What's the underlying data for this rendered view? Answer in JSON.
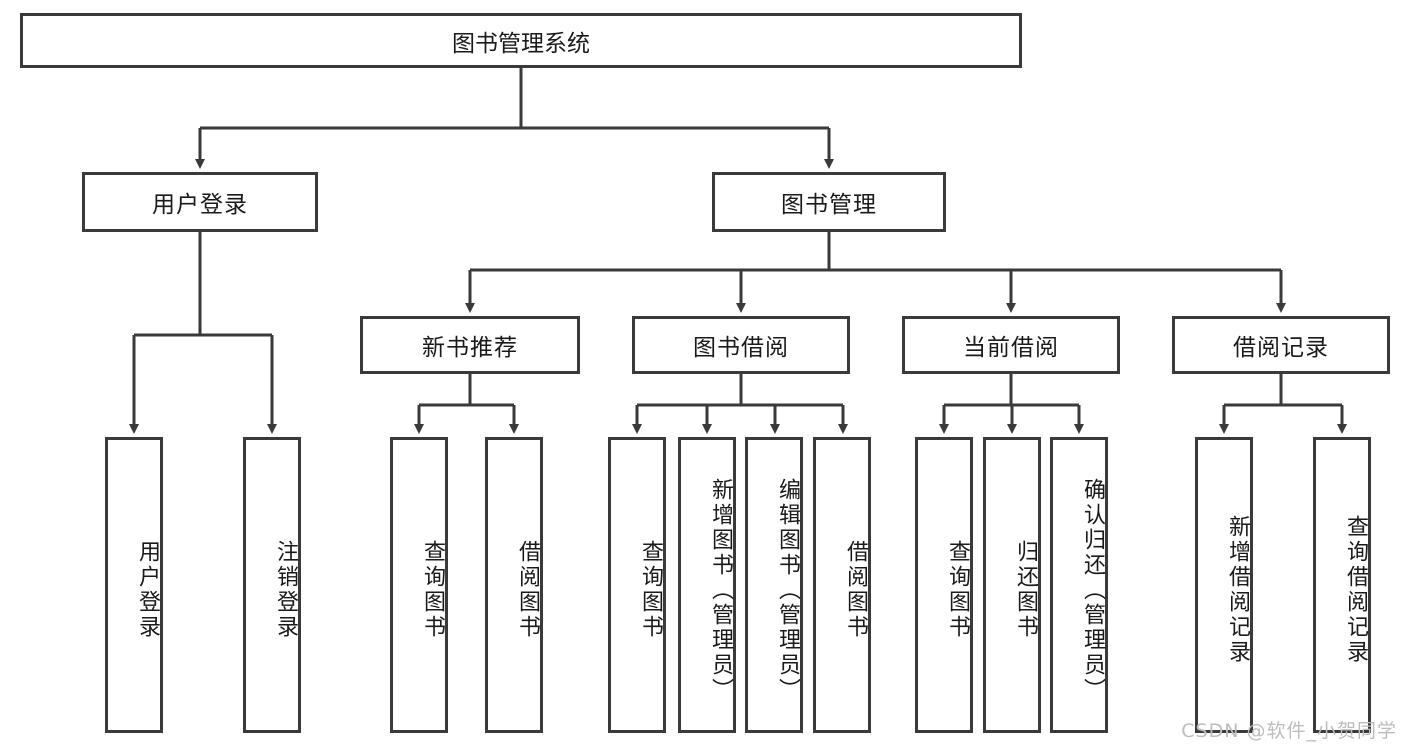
{
  "diagram": {
    "title": "图书管理系统",
    "type": "tree",
    "watermark": "CSDN @软件_小贺同学",
    "colors": {
      "stroke": "#3a3a3a",
      "fill": "#ffffff",
      "text": "#1a1a1a",
      "watermark": "#bdbdbd"
    },
    "levels": {
      "root": {
        "label": "图书管理系统"
      },
      "level2": [
        {
          "label": "用户登录"
        },
        {
          "label": "图书管理"
        }
      ],
      "level3": [
        {
          "label": "新书推荐"
        },
        {
          "label": "图书借阅"
        },
        {
          "label": "当前借阅"
        },
        {
          "label": "借阅记录"
        }
      ],
      "leaves": {
        "user_login": [
          {
            "label": "用户登录"
          },
          {
            "label": "注销登录"
          }
        ],
        "new_book_recommend": [
          {
            "label": "查询图书"
          },
          {
            "label": "借阅图书"
          }
        ],
        "book_borrow": [
          {
            "label": "查询图书"
          },
          {
            "label": "新增图书（管理员）"
          },
          {
            "label": "编辑图书（管理员）"
          },
          {
            "label": "借阅图书"
          }
        ],
        "current_borrow": [
          {
            "label": "查询图书"
          },
          {
            "label": "归还图书"
          },
          {
            "label": "确认归还（管理员）"
          }
        ],
        "borrow_record": [
          {
            "label": "新增借阅记录"
          },
          {
            "label": "查询借阅记录"
          }
        ]
      }
    }
  }
}
